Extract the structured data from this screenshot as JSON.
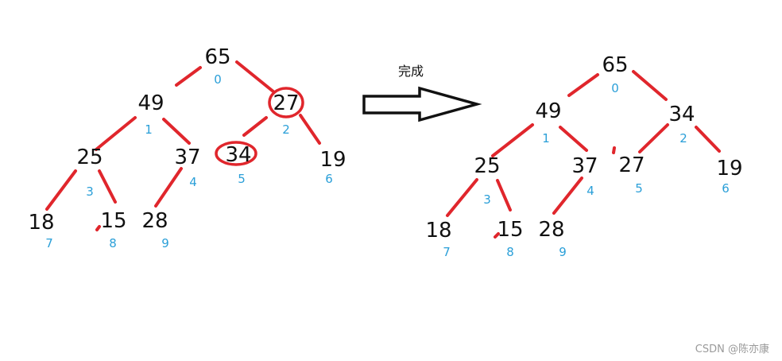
{
  "before": {
    "nodes": [
      {
        "value": "65",
        "index": "0"
      },
      {
        "value": "49",
        "index": "1"
      },
      {
        "value": "27",
        "index": "2"
      },
      {
        "value": "25",
        "index": "3"
      },
      {
        "value": "37",
        "index": "4"
      },
      {
        "value": "34",
        "index": "5"
      },
      {
        "value": "19",
        "index": "6"
      },
      {
        "value": "18",
        "index": "7"
      },
      {
        "value": "15",
        "index": "8"
      },
      {
        "value": "28",
        "index": "9"
      }
    ],
    "highlighted_indices": [
      2,
      5
    ]
  },
  "after": {
    "nodes": [
      {
        "value": "65",
        "index": "0"
      },
      {
        "value": "49",
        "index": "1"
      },
      {
        "value": "34",
        "index": "2"
      },
      {
        "value": "25",
        "index": "3"
      },
      {
        "value": "37",
        "index": "4"
      },
      {
        "value": "27",
        "index": "5"
      },
      {
        "value": "19",
        "index": "6"
      },
      {
        "value": "18",
        "index": "7"
      },
      {
        "value": "15",
        "index": "8"
      },
      {
        "value": "28",
        "index": "9"
      }
    ]
  },
  "arrow": {
    "label": "完成"
  },
  "watermark": "CSDN @陈亦康",
  "colors": {
    "edge": "#e0262c",
    "index_text": "#2a9fd8",
    "value_text": "#111111"
  }
}
